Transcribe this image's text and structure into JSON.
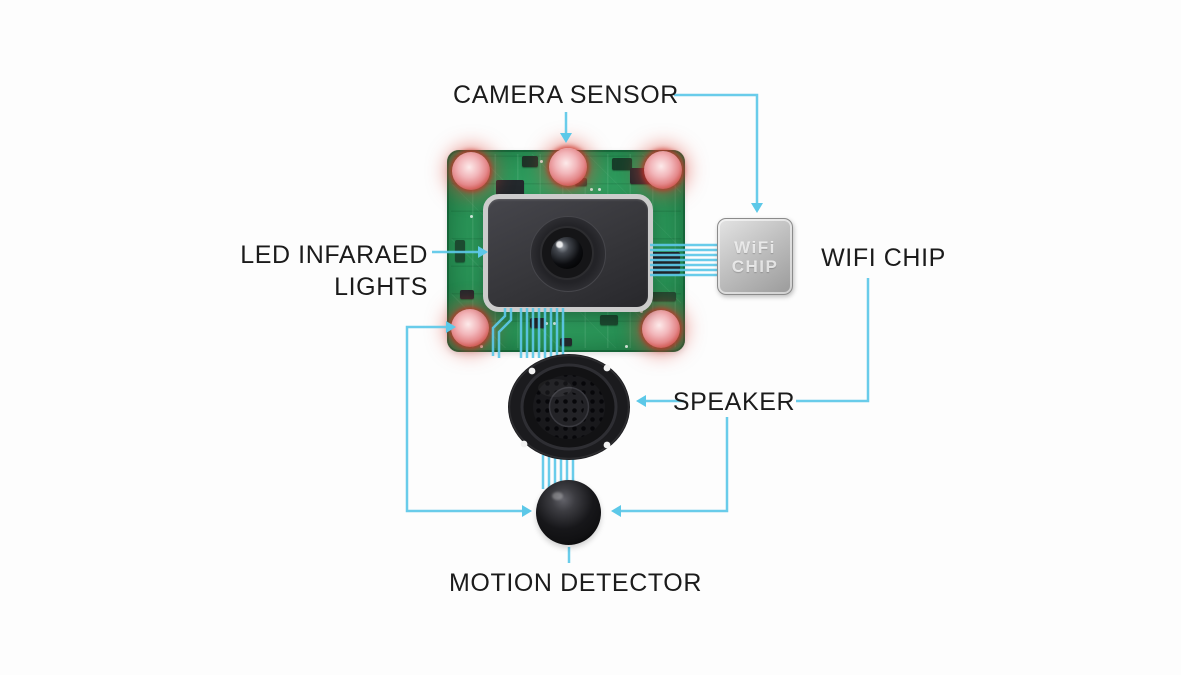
{
  "labels": {
    "camera_sensor": "CAMERA SENSOR",
    "led_infrared_line1": "LED INFARAED",
    "led_infrared_line2": "LIGHTS",
    "wifi_chip": "WIFI CHIP",
    "speaker": "SPEAKER",
    "motion_detector": "MOTION DETECTOR"
  },
  "chip_text": {
    "line1": "WiFi",
    "line2": "CHIP"
  },
  "colors": {
    "background": "#fdfdfd",
    "callout_line": "#5cc8e8",
    "label_text": "#1b1b1b",
    "pcb_green": "#2e9b5d",
    "pcb_green_dark": "#1d7b46",
    "led_red": "#e0483f",
    "led_pink": "#f2b6ba",
    "module_gray": "#36363a",
    "module_border": "#cccccc",
    "chip_silver": "#bfbfbf",
    "speaker_black": "#1b1b1d",
    "detector_black": "#111113"
  }
}
